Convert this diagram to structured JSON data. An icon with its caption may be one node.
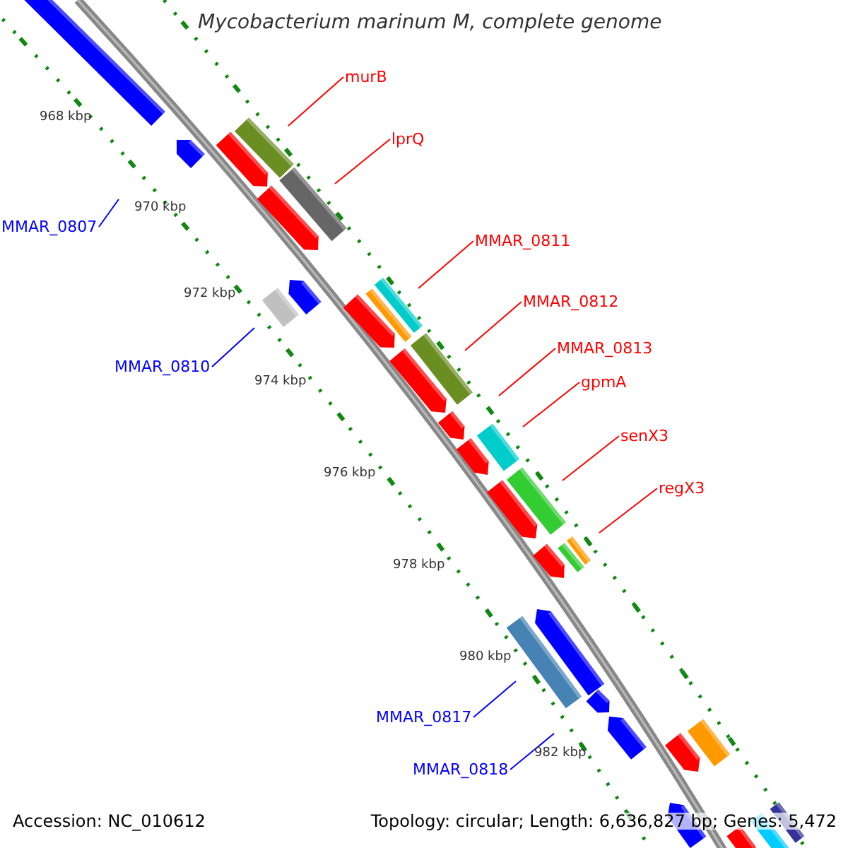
{
  "diagram": {
    "title": "Mycobacterium marinum M, complete genome",
    "nodes": [
      {
        "text": [
          "murB"
        ]
      },
      {
        "text": [
          "lprQ"
        ]
      },
      {
        "text": [
          "MMAR_0811"
        ]
      },
      {
        "text": [
          "MMAR_0812"
        ]
      },
      {
        "text": [
          "MMAR_0813"
        ]
      },
      {
        "text": [
          "gpmA"
        ]
      },
      {
        "text": [
          "senX3"
        ]
      },
      {
        "text": [
          "regX3"
        ]
      },
      {
        "text": [
          "MMAR_0807"
        ]
      },
      {
        "text": [
          "MMAR_0810"
        ]
      },
      {
        "text": [
          "MMAR_0817"
        ]
      },
      {
        "text": [
          "MMAR_0818"
        ]
      }
    ],
    "edges": [
      {
        "from": 0,
        "to": null,
        "arrow": "none",
        "color": "#ff0000"
      },
      {
        "from": 1,
        "to": null,
        "arrow": "none",
        "color": "#ff0000"
      },
      {
        "from": 2,
        "to": null,
        "arrow": "none",
        "color": "#ff0000"
      },
      {
        "from": 3,
        "to": null,
        "arrow": "none",
        "color": "#ff0000"
      },
      {
        "from": 4,
        "to": null,
        "arrow": "none",
        "color": "#ff0000"
      },
      {
        "from": 5,
        "to": null,
        "arrow": "none",
        "color": "#ff0000"
      },
      {
        "from": 6,
        "to": null,
        "arrow": "none",
        "color": "#ff0000"
      },
      {
        "from": 7,
        "to": null,
        "arrow": "none",
        "color": "#ff0000"
      },
      {
        "from": 8,
        "to": null,
        "arrow": "none",
        "color": "#0000ff"
      },
      {
        "from": 9,
        "to": null,
        "arrow": "none",
        "color": "#0000ff"
      },
      {
        "from": 10,
        "to": null,
        "arrow": "none",
        "color": "#0000ff"
      },
      {
        "from": 11,
        "to": null,
        "arrow": "none",
        "color": "#0000ff"
      }
    ],
    "labels": [
      "968 kbp",
      "970 kbp",
      "972 kbp",
      "974 kbp",
      "976 kbp",
      "978 kbp",
      "980 kbp",
      "982 kbp",
      "Accession: NC_010612",
      "Topology: circular; Length: 6,636,827 bp; Genes: 5,472"
    ]
  }
}
